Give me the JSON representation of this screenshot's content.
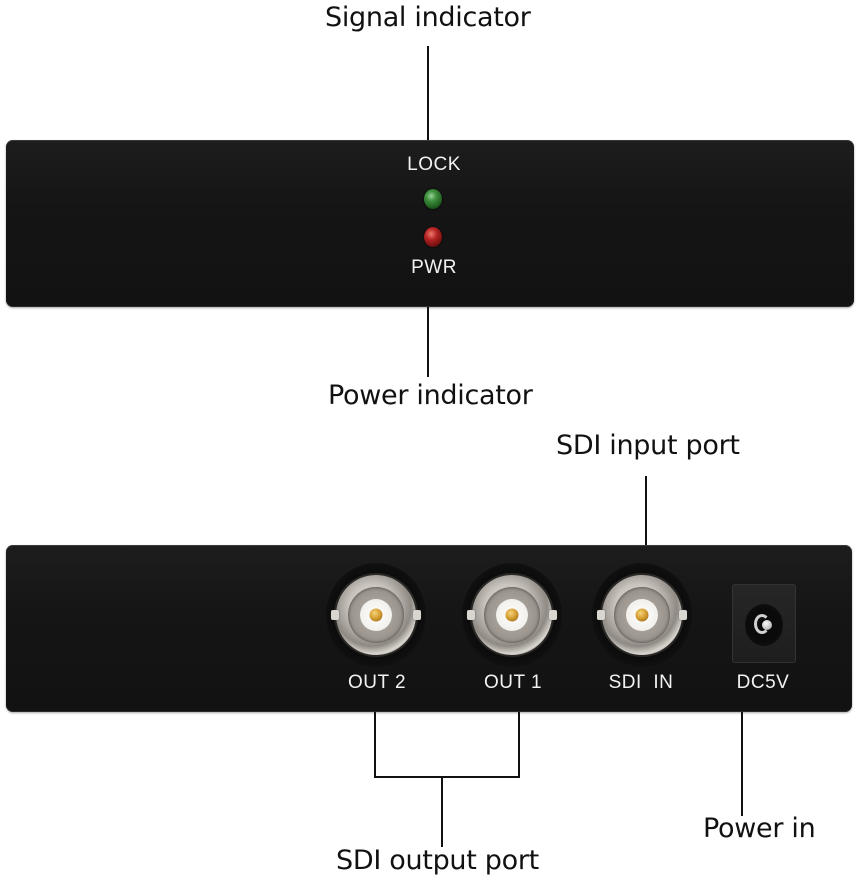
{
  "callouts": {
    "signal_indicator": "Signal indicator",
    "power_indicator": "Power indicator",
    "sdi_input_port": "SDI input port",
    "sdi_output_port": "SDI output port",
    "power_in": "Power in"
  },
  "front_panel": {
    "lock_label": "LOCK",
    "pwr_label": "PWR",
    "leds": [
      {
        "name": "lock",
        "color": "#3f8f3f"
      },
      {
        "name": "power",
        "color": "#b22222"
      }
    ]
  },
  "rear_panel": {
    "ports": [
      {
        "label": "OUT 2",
        "type": "BNC"
      },
      {
        "label": "OUT 1",
        "type": "BNC"
      },
      {
        "label": "SDI  IN",
        "type": "BNC"
      },
      {
        "label": "DC5V",
        "type": "DC jack"
      }
    ]
  },
  "colors": {
    "panel": "#151515",
    "label_text": "#f2f2f2",
    "callout_text": "#111111",
    "background": "#ffffff"
  }
}
